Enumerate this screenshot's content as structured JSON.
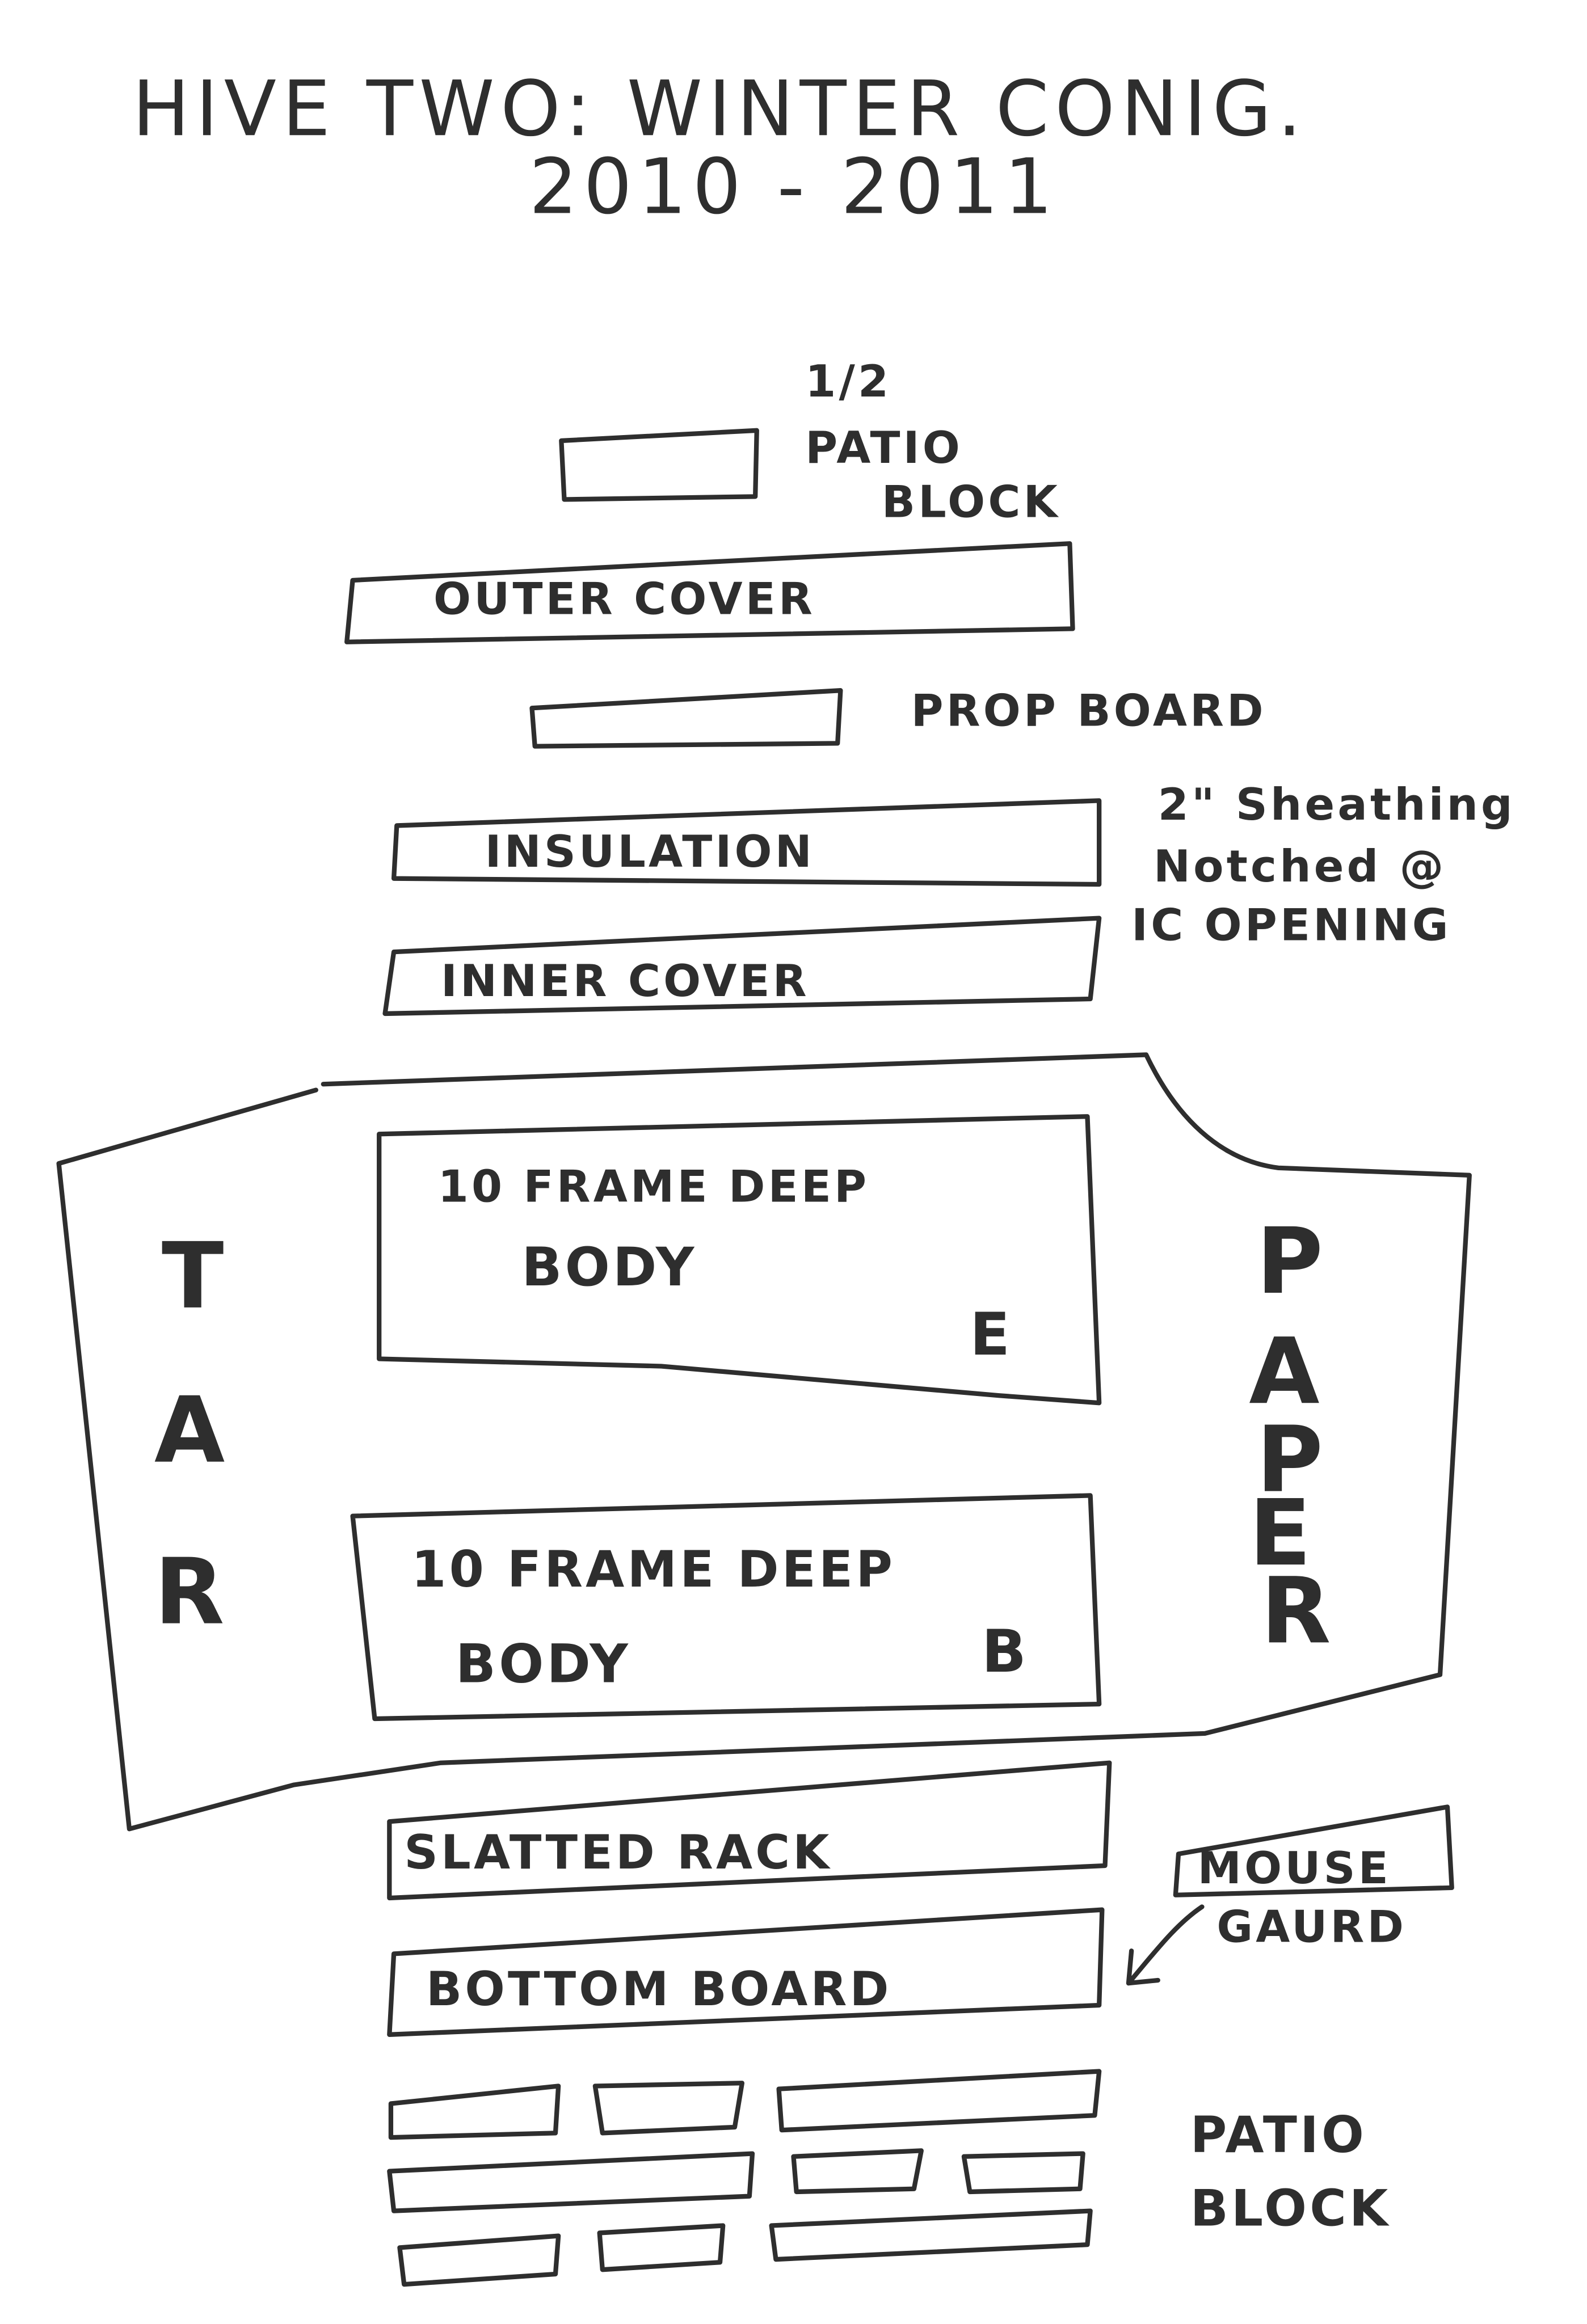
{
  "title": {
    "line1": "HIVE TWO: WINTER CONIG.",
    "line2": "2010 - 2011"
  },
  "components": {
    "half_patio_block": {
      "line1": "1/2",
      "line2": "PATIO",
      "line3": "BLOCK"
    },
    "outer_cover": "OUTER COVER",
    "prop_board": "PROP BOARD",
    "insulation": "INSULATION",
    "insulation_note": {
      "line1": "2\" Sheathing",
      "line2": "Notched @",
      "line3": "IC OPENING"
    },
    "inner_cover": "INNER COVER",
    "upper_body": {
      "line1": "10 FRAME DEEP",
      "line2": "BODY",
      "tag": "E"
    },
    "lower_body": {
      "line1": "10 FRAME DEEP",
      "line2": "BODY",
      "tag": "B"
    },
    "tar_paper": {
      "left": [
        "T",
        "A",
        "R"
      ],
      "right": [
        "P",
        "A",
        "P",
        "E",
        "R"
      ]
    },
    "slatted_rack": "SLATTED RACK",
    "bottom_board": "BOTTOM BOARD",
    "mouse_guard": {
      "line1": "MOUSE",
      "line2": "GAURD"
    },
    "patio_block": {
      "line1": "PATIO",
      "line2": "BLOCK"
    }
  }
}
